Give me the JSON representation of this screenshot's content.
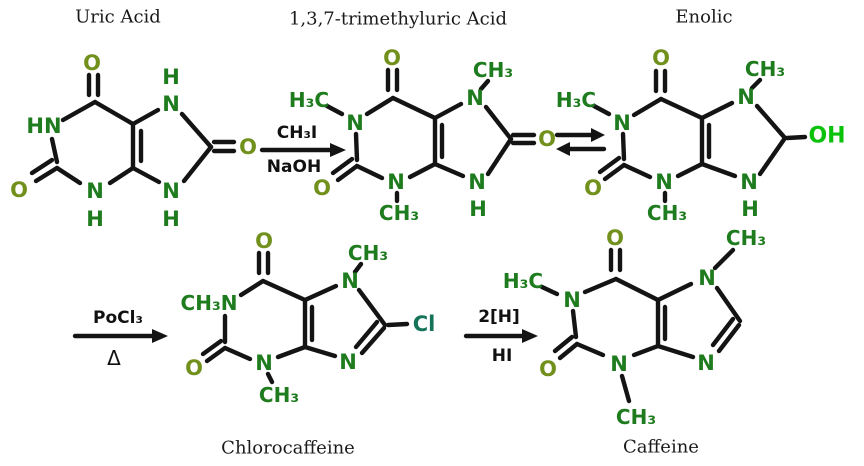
{
  "molecules": {
    "uric_acid": {
      "title": "Uric Acid",
      "labels": {
        "o6": "O",
        "n1": "HN",
        "o2": "O",
        "n3": "N",
        "h3": "H",
        "n7": "N",
        "h7": "H",
        "o8": "O",
        "n9": "N",
        "h9": "H"
      }
    },
    "trimethyluric_acid": {
      "title": "1,3,7-trimethyluric Acid",
      "labels": {
        "o6": "O",
        "n1_methyl": "H₃C",
        "n1": "N",
        "o2": "O",
        "n3": "N",
        "n3_methyl": "CH₃",
        "n7": "N",
        "n7_methyl": "CH₃",
        "o8": "O",
        "n9": "N",
        "h9": "H"
      }
    },
    "enolic": {
      "title": "Enolic",
      "labels": {
        "o6": "O",
        "n1_methyl": "H₃C",
        "n1": "N",
        "o2": "O",
        "n3": "N",
        "n3_methyl": "CH₃",
        "n7": "N",
        "n7_methyl": "CH₃",
        "oh": "OH",
        "n9": "N",
        "h9": "H"
      }
    },
    "chlorocaffeine": {
      "title": "Chlorocaffeine",
      "labels": {
        "o6": "O",
        "n1": "CH₃N",
        "o2": "O",
        "n3": "N",
        "n3_methyl": "CH₃",
        "n7": "N",
        "n7_methyl": "CH₃",
        "cl": "Cl",
        "n9": "N"
      }
    },
    "caffeine": {
      "title": "Caffeine",
      "labels": {
        "o6": "O",
        "n1_methyl": "H₃C",
        "n1": "N",
        "o2": "O",
        "n3": "N",
        "n3_methyl": "CH₃",
        "n7": "N",
        "n7_methyl": "CH₃",
        "n9": "N"
      }
    }
  },
  "arrows": {
    "methylation": {
      "reagent_top": "CH₃I",
      "reagent_bottom": "NaOH"
    },
    "chlorination": {
      "reagent_top": "PoCl₃",
      "reagent_bottom": "Δ"
    },
    "reduction": {
      "reagent_top": "2[H]",
      "reagent_bottom": "HI"
    }
  },
  "colors": {
    "bond": "#141414",
    "nitrogen_label": "#1e7b1e",
    "oxygen_label": "#71901c",
    "hydroxyl_label": "#0bc20b",
    "chlorine_label": "#15735a",
    "title_text": "#1a1a1a",
    "reagent_text": "#111111",
    "background": "#ffffff"
  }
}
